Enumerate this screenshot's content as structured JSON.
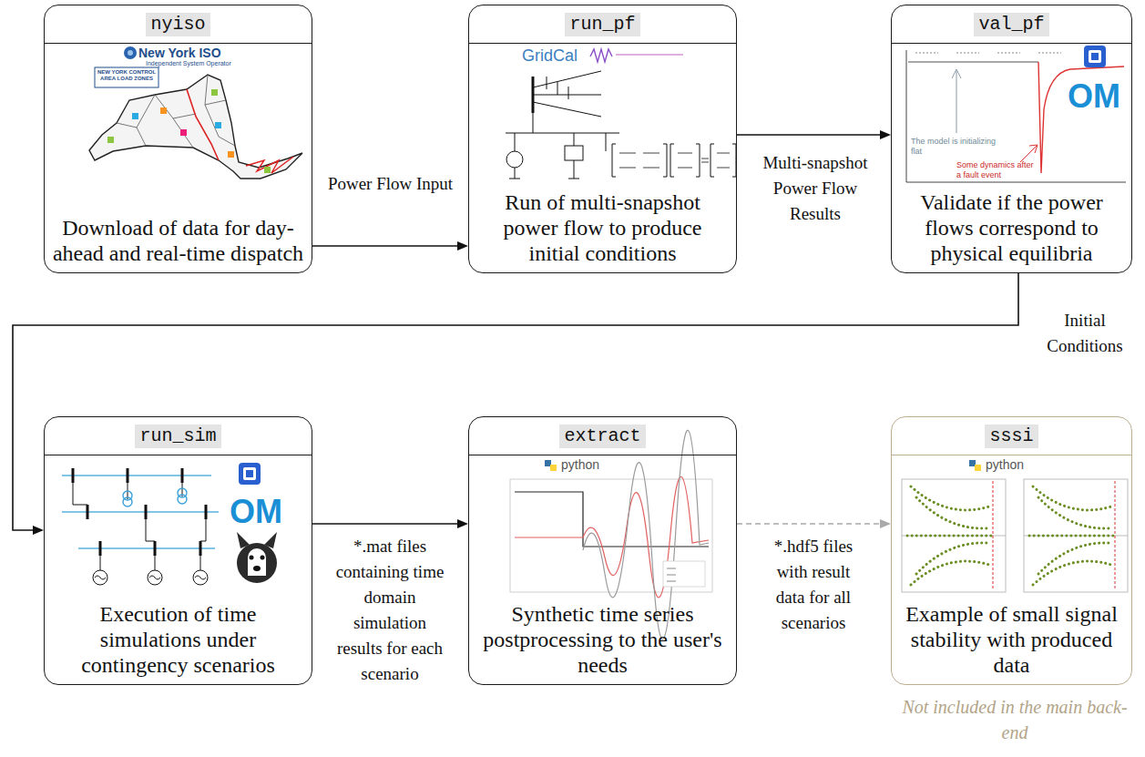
{
  "diagram": {
    "nodes": [
      {
        "text": [
          "nyiso",
          "Download of data for day-ahead and real-time dispatch"
        ]
      },
      {
        "text": [
          "run_pf",
          "Run of multi-snapshot power flow to produce initial conditions"
        ]
      },
      {
        "text": [
          "val_pf",
          "Validate if the power flows correspond to physical equilibria"
        ]
      },
      {
        "text": [
          "run_sim",
          "Execution of time simulations under contingency scenarios"
        ]
      },
      {
        "text": [
          "extract",
          "Synthetic time series postprocessing to the user's needs"
        ]
      },
      {
        "text": [
          "sssi",
          "Example of small signal stability with produced data"
        ]
      }
    ],
    "edges": [
      {
        "from": 0,
        "to": 1,
        "arrow": "to",
        "label": "Power Flow Input"
      },
      {
        "from": 1,
        "to": 2,
        "arrow": "to",
        "label": "Multi-snapshot Power Flow Results"
      },
      {
        "from": 2,
        "to": 3,
        "arrow": "to",
        "label": "Initial Conditions"
      },
      {
        "from": 3,
        "to": 4,
        "arrow": "to",
        "label": "*.mat files containing time domain simulation results for each scenario"
      },
      {
        "from": 4,
        "to": 5,
        "arrow": "to",
        "label": "*.hdf5 files with result data for all scenarios"
      }
    ],
    "labels": [
      "New York ISO",
      "Independent System Operator",
      "NEW YORK CONTROL AREA LOAD ZONES",
      "GridCal",
      "The model is initializing flat",
      "Some dynamics after a fault event",
      "OM",
      "OM",
      "python",
      "python",
      "Not included in the main back-end"
    ]
  }
}
